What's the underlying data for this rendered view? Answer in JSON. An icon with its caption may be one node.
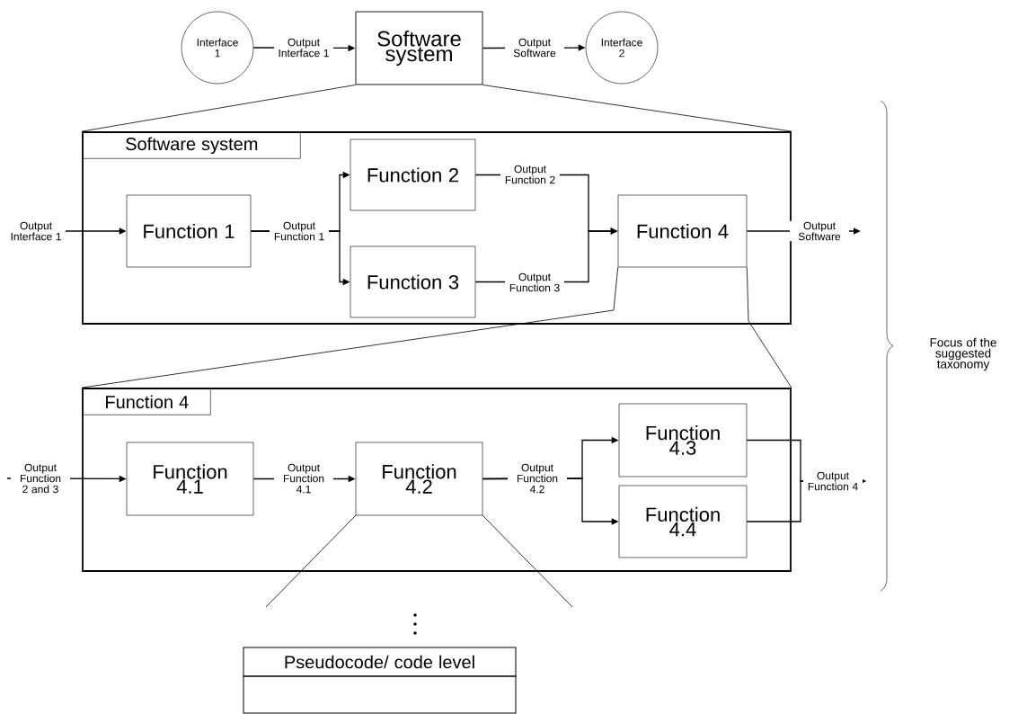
{
  "diagram": {
    "nodes": [
      {
        "text": [
          "Interface 1"
        ]
      },
      {
        "text": [
          "Software system"
        ]
      },
      {
        "text": [
          "Interface 2"
        ]
      },
      {
        "text": [
          "Software system"
        ]
      },
      {
        "text": [
          "Function 1"
        ],
        "in": 3
      },
      {
        "text": [
          "Function 2"
        ],
        "in": 3
      },
      {
        "text": [
          "Function 3"
        ],
        "in": 3
      },
      {
        "text": [
          "Function 4"
        ],
        "in": 3
      },
      {
        "text": [
          "Function 4"
        ]
      },
      {
        "text": [
          "Function 4.1"
        ],
        "in": 8
      },
      {
        "text": [
          "Function 4.2"
        ],
        "in": 8
      },
      {
        "text": [
          "Function 4.3"
        ],
        "in": 8
      },
      {
        "text": [
          "Function 4.4"
        ],
        "in": 8
      },
      {
        "text": [
          "Pseudocode/ code level"
        ]
      }
    ],
    "edges": [
      {
        "from": 0,
        "to": 1,
        "arrow": "to",
        "label": "Output Interface 1"
      },
      {
        "from": 1,
        "to": 2,
        "arrow": "to",
        "label": "Output Software"
      },
      {
        "from": null,
        "to": 4,
        "arrow": "to",
        "label": "Output Interface 1"
      },
      {
        "from": 4,
        "to": 5,
        "arrow": "to",
        "label": "Output Function 1"
      },
      {
        "from": 4,
        "to": 6,
        "arrow": "to"
      },
      {
        "from": 5,
        "to": 7,
        "arrow": "to",
        "label": "Output Function 2"
      },
      {
        "from": 6,
        "to": 7,
        "arrow": "to",
        "label": "Output Function 3"
      },
      {
        "from": 7,
        "to": null,
        "arrow": "to",
        "label": "Output Software"
      },
      {
        "from": null,
        "to": 9,
        "arrow": "to",
        "label": "Output Function 2 and 3"
      },
      {
        "from": 9,
        "to": 10,
        "arrow": "to",
        "label": "Output Function 4.1"
      },
      {
        "from": 10,
        "to": 11,
        "arrow": "to",
        "label": "Output Function 4.2"
      },
      {
        "from": 10,
        "to": 12,
        "arrow": "to"
      },
      {
        "from": 11,
        "to": null,
        "arrow": "to",
        "label": "Output Function 4"
      },
      {
        "from": 12,
        "to": null,
        "arrow": "to"
      },
      {
        "from": 1,
        "to": 3,
        "arrow": "none"
      },
      {
        "from": 1,
        "to": 3,
        "arrow": "none"
      },
      {
        "from": 7,
        "to": 8,
        "arrow": "none"
      },
      {
        "from": 7,
        "to": 8,
        "arrow": "none"
      }
    ],
    "labels": [
      "Focus of the suggested taxonomy"
    ]
  }
}
